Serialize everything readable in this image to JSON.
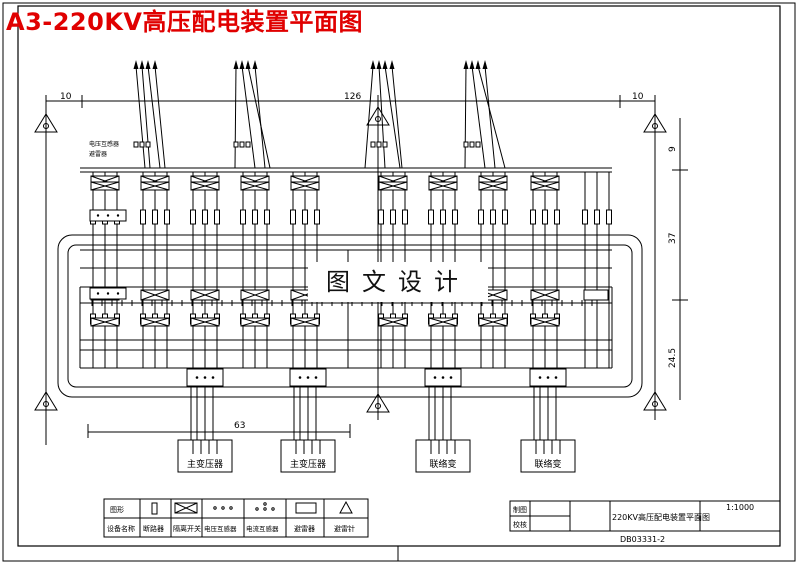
{
  "title": "A3-220KV高压配电装置平面图",
  "watermark": "图文设计",
  "dimensions": {
    "left_margin": "10",
    "center_span": "126",
    "right_margin": "10",
    "right_top": "9",
    "right_mid": "37",
    "right_bottom": "24.5",
    "bottom_span": "63"
  },
  "side_labels": [
    "电压互感器",
    "避雷器"
  ],
  "transformers": [
    "主变压器",
    "主变压器",
    "联络变",
    "联络变"
  ],
  "legend": {
    "header_symbol": "图形",
    "header_name": "设备名称",
    "items": [
      {
        "icon": "breaker-icon",
        "name": "断路器"
      },
      {
        "icon": "isolator-icon",
        "name": "隔离开关"
      },
      {
        "icon": "vt-icon",
        "name": "电压互感器"
      },
      {
        "icon": "ct-icon",
        "name": "电流互感器"
      },
      {
        "icon": "arrester-icon",
        "name": "避雷器"
      },
      {
        "icon": "lightning-rod-icon",
        "name": "避雷针"
      }
    ]
  },
  "title_block": {
    "design_label": "制图",
    "check_label": "校核",
    "drawing_name": "220KV高压配电装置平面图",
    "scale": "1:1000",
    "drawing_no": "DB03331-2"
  }
}
